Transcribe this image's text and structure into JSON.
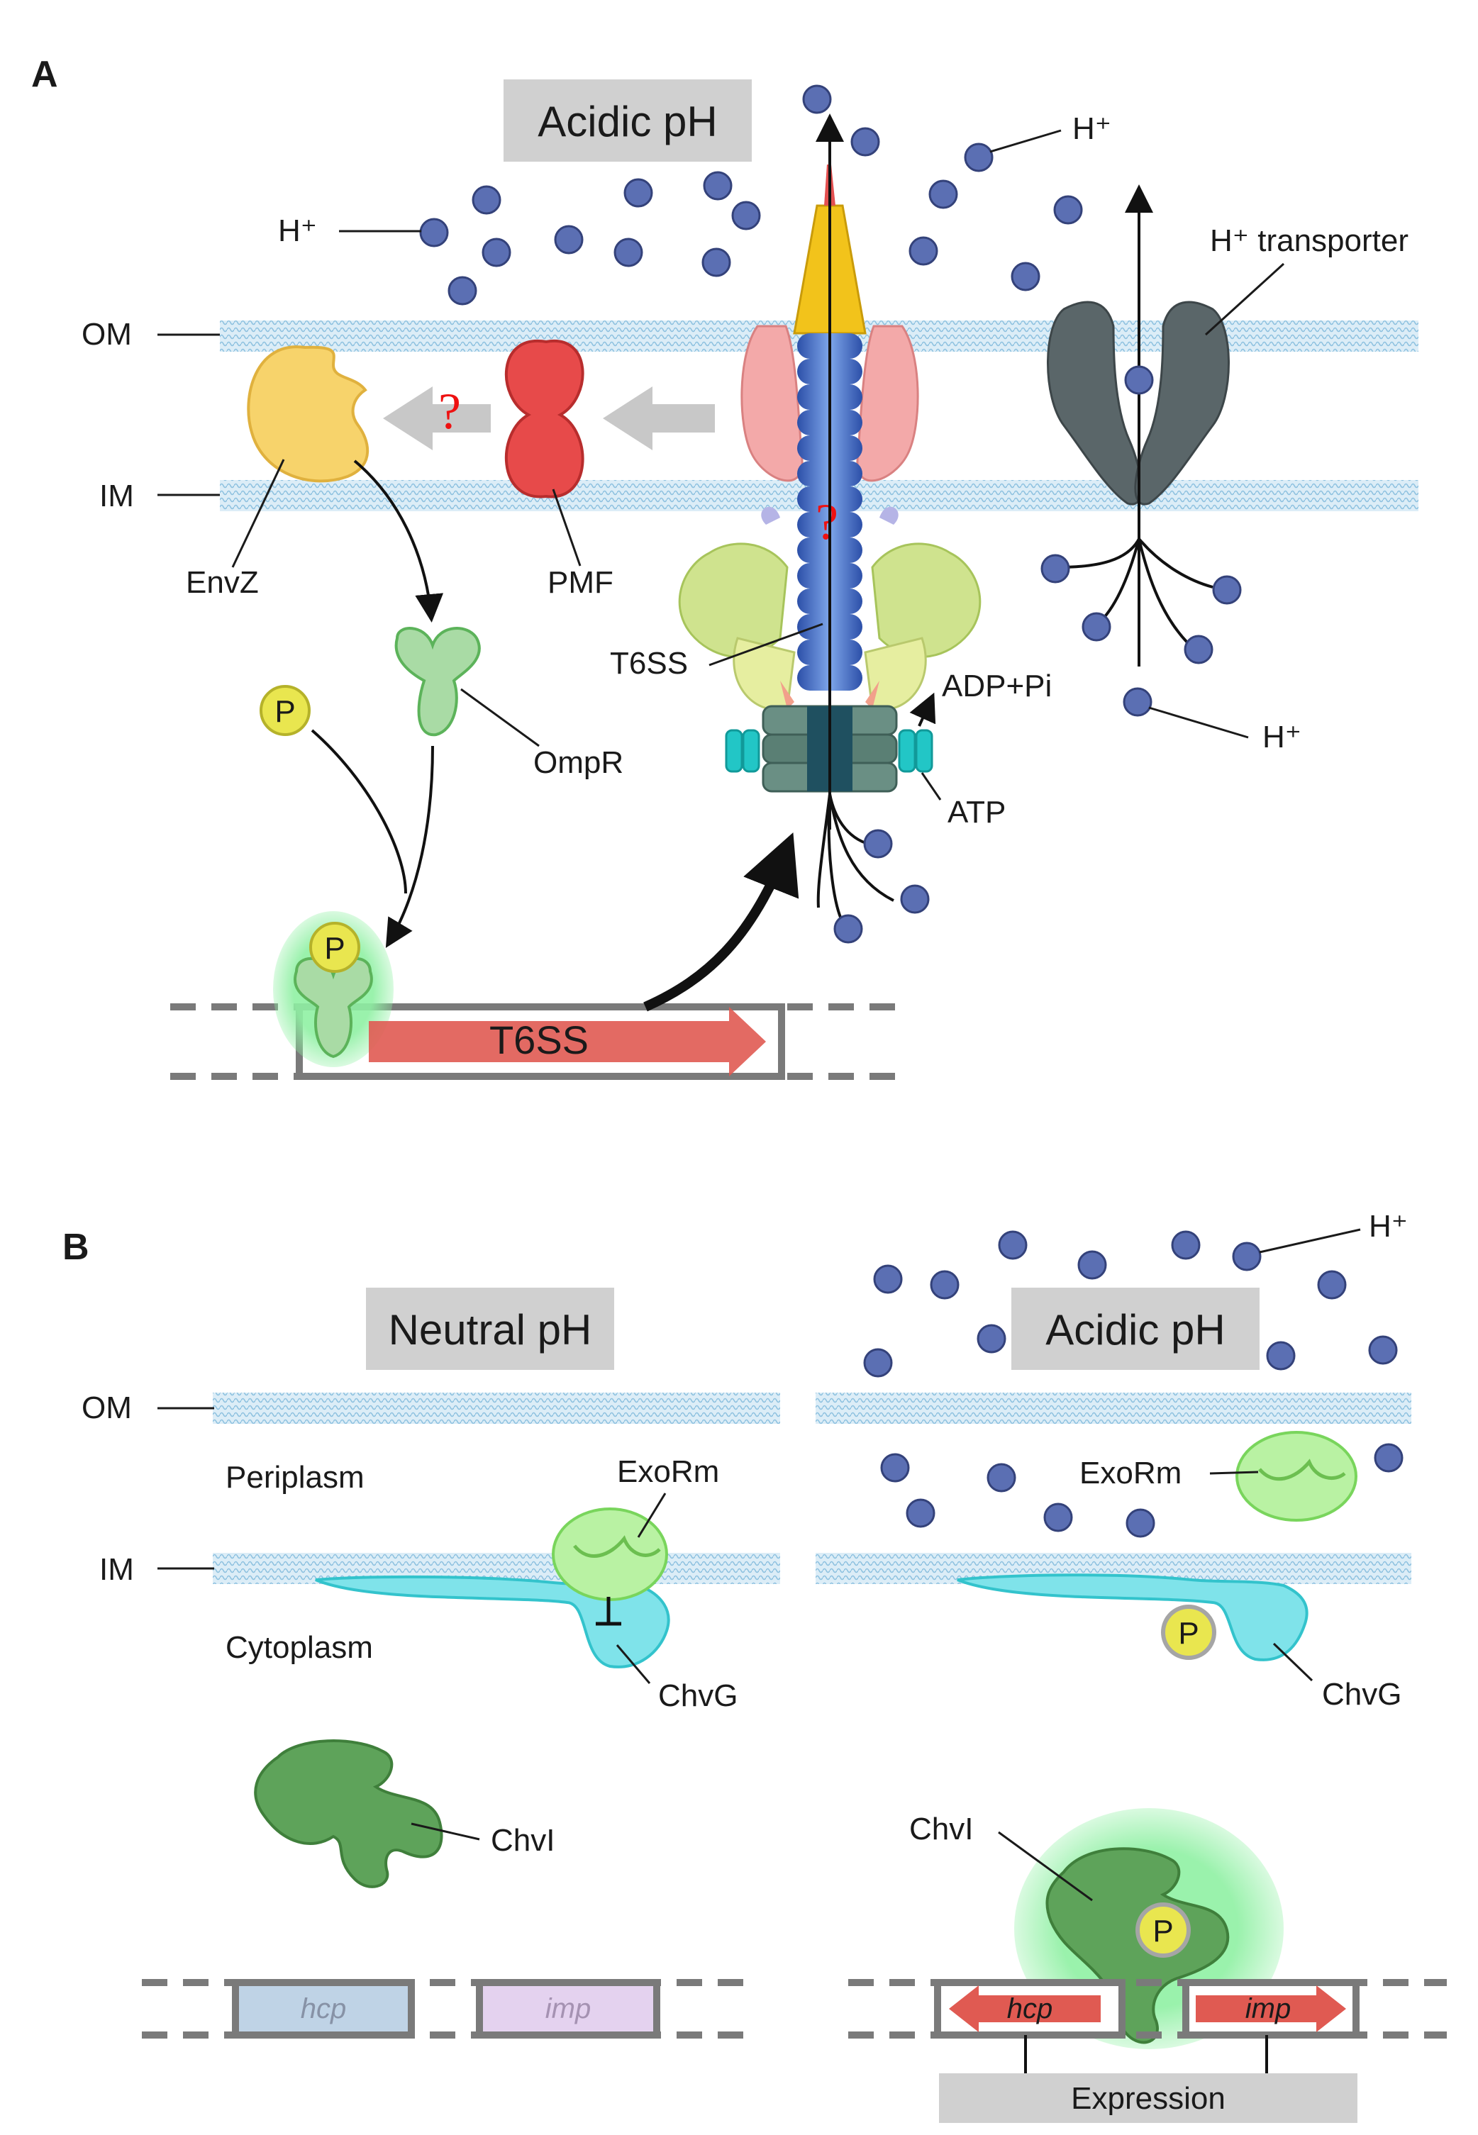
{
  "panelA": {
    "label": "A",
    "ph_box": "Acidic pH",
    "om": "OM",
    "im": "IM",
    "hplus": "H⁺",
    "question": "?",
    "envz": "EnvZ",
    "pmf": "PMF",
    "ompr": "OmpR",
    "p": "P",
    "t6ss": "T6SS",
    "t6ss_gene": "T6SS",
    "transporter": "H⁺ transporter",
    "adp": "ADP+Pi",
    "atp": "ATP"
  },
  "panelB": {
    "label": "B",
    "neutral": {
      "ph_box": "Neutral pH",
      "om": "OM",
      "im": "IM",
      "periplasm": "Periplasm",
      "cytoplasm": "Cytoplasm",
      "exorm": "ExoRm",
      "chvg": "ChvG",
      "chvi": "ChvI",
      "hcp": "hcp",
      "imp": "imp"
    },
    "acidic": {
      "ph_box": "Acidic pH",
      "hplus": "H⁺",
      "exorm": "ExoRm",
      "chvg": "ChvG",
      "chvi": "ChvI",
      "p": "P",
      "hcp": "hcp",
      "imp": "imp",
      "expression": "Expression"
    }
  },
  "colors": {
    "membrane": "#a9d3ea",
    "proton": "#5b6fb3",
    "envz": "#f7d36b",
    "pmf": "#e74a4a",
    "ompr": "#8fcf8f",
    "chvi": "#5ea35a",
    "chvg": "#7fe3ea",
    "exorm": "#b9f2a3",
    "gene_arrow": "#e05a52",
    "transporter": "#5a6669",
    "phbox": "#d0d0d0"
  }
}
